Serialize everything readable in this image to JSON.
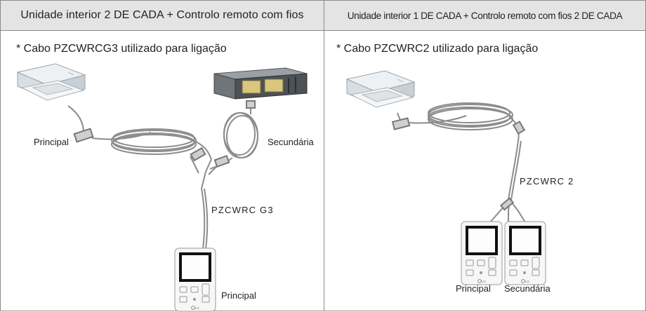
{
  "left_panel": {
    "header": "Unidade interior 2 DE CADA + Controlo remoto com fios",
    "note": "* Cabo PZCWRCG3 utilizado para ligação",
    "label_primary_unit": "Principal",
    "label_secondary_unit": "Secundária",
    "cable_code": "PZCWRC G3",
    "label_remote": "Principal"
  },
  "right_panel": {
    "header": "Unidade interior 1 DE CADA + Controlo remoto com fios 2 DE CADA",
    "note": "* Cabo PZCWRC2 utilizado para ligação",
    "cable_code": "PZCWRC 2",
    "label_remote_primary": "Principal",
    "label_remote_secondary": "Secundária"
  },
  "remote": {
    "logo_text": "LG"
  },
  "colors": {
    "header_bg": "#e4e4e4",
    "border": "#8a8a8a",
    "cable": "#8c8c8c"
  }
}
